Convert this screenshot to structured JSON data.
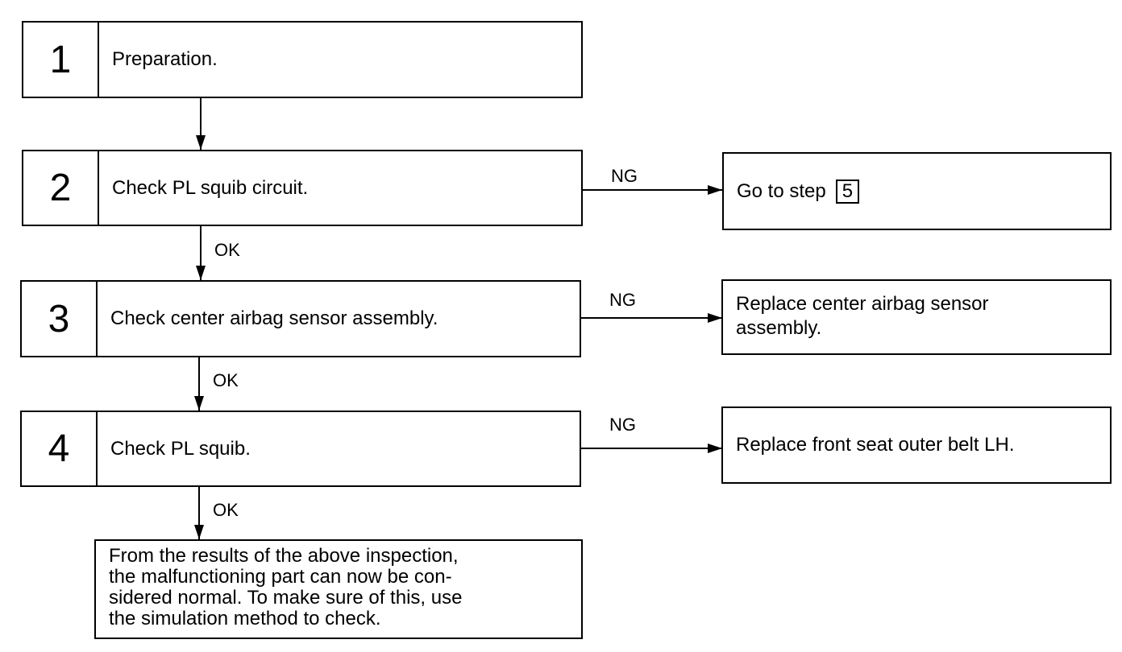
{
  "steps": [
    {
      "num": "1",
      "text": "Preparation."
    },
    {
      "num": "2",
      "text": "Check PL squib circuit."
    },
    {
      "num": "3",
      "text": "Check center airbag sensor assembly."
    },
    {
      "num": "4",
      "text": "Check PL squib."
    }
  ],
  "labels": {
    "ok": "OK",
    "ng": "NG"
  },
  "results": {
    "step2": {
      "text": "Go to step",
      "ref": "5"
    },
    "step3": {
      "line1": "Replace center airbag sensor",
      "line2": "assembly."
    },
    "step4": {
      "text": "Replace front seat outer belt LH."
    }
  },
  "final_note": [
    "From the results of the above inspection,",
    "the malfunctioning part can now be con-",
    "sidered normal. To make sure of this, use",
    "the simulation method to check."
  ]
}
